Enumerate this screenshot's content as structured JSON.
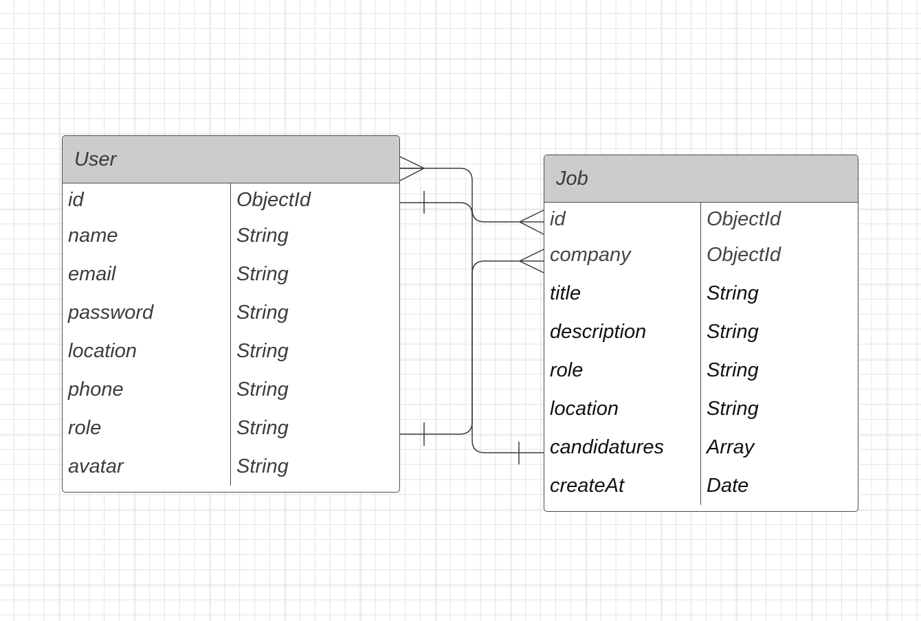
{
  "entities": {
    "user": {
      "title": "User",
      "fields": [
        {
          "name": "id",
          "type": "ObjectId"
        },
        {
          "name": "name",
          "type": "String"
        },
        {
          "name": "email",
          "type": "String"
        },
        {
          "name": "password",
          "type": "String"
        },
        {
          "name": "location",
          "type": "String"
        },
        {
          "name": "phone",
          "type": "String"
        },
        {
          "name": "role",
          "type": "String"
        },
        {
          "name": "avatar",
          "type": "String"
        }
      ]
    },
    "job": {
      "title": "Job",
      "fields": [
        {
          "name": "id",
          "type": "ObjectId"
        },
        {
          "name": "company",
          "type": "ObjectId"
        },
        {
          "name": "title",
          "type": "String"
        },
        {
          "name": "description",
          "type": "String"
        },
        {
          "name": "role",
          "type": "String"
        },
        {
          "name": "location",
          "type": "String"
        },
        {
          "name": "candidatures",
          "type": "Array"
        },
        {
          "name": "createAt",
          "type": "Date"
        }
      ]
    }
  },
  "relationships": [
    {
      "from": "User.header",
      "from_end": "many",
      "to": "Job.candidatures",
      "to_end": "one"
    },
    {
      "from": "User.id",
      "from_end": "one",
      "to": "Job.id",
      "to_end": "many"
    },
    {
      "from": "User.role",
      "from_end": "one",
      "to": "Job.company",
      "to_end": "many"
    }
  ],
  "colors": {
    "border": "#4a4a4a",
    "header_fill": "#cccccc",
    "grid": "#e3e3e3",
    "connector": "#3a3a3a"
  }
}
